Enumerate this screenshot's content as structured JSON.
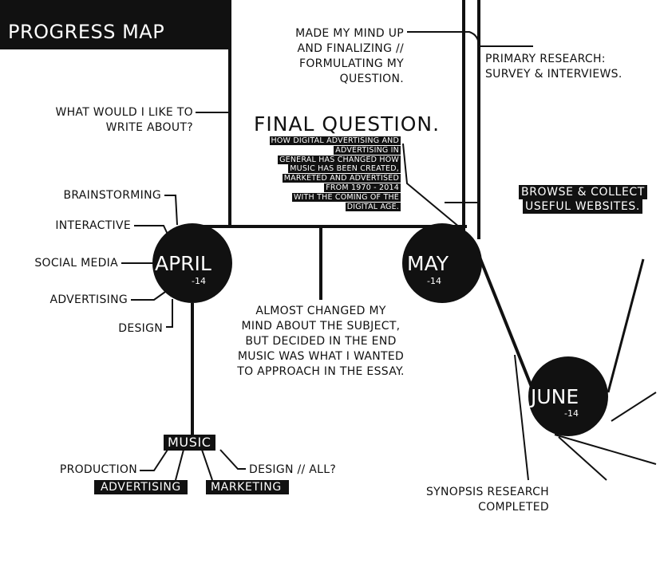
{
  "title": "PROGRESS MAP",
  "months": {
    "april": {
      "label": "APRIL",
      "sub": "-14"
    },
    "may": {
      "label": "MAY",
      "sub": "-14"
    },
    "june": {
      "label": "JUNE",
      "sub": "-14"
    }
  },
  "final_question": {
    "title": "FINAL QUESTION.",
    "lines": [
      "HOW DIGITAL ADVERTISING AND",
      "ADVERTISING IN",
      "GENERAL HAS CHANGED HOW",
      "MUSIC HAS BEEN CREATED,",
      "MARKETED AND ADVERTISED",
      "FROM 1970 - 2014",
      "WITH THE COMING OF THE",
      "DIGITAL AGE."
    ]
  },
  "notes": {
    "what_write": [
      "WHAT WOULD I LIKE TO",
      "WRITE ABOUT?"
    ],
    "made_mind": [
      "MADE MY MIND UP",
      "AND FINALIZING //",
      "FORMULATING MY",
      "QUESTION."
    ],
    "primary_research": [
      "PRIMARY RESEARCH:",
      "SURVEY & INTERVIEWS."
    ],
    "browse": [
      "BROWSE & COLLECT",
      "USEFUL WEBSITES."
    ],
    "almost_changed": [
      "ALMOST CHANGED MY",
      "MIND ABOUT THE SUBJECT,",
      "BUT DECIDED IN THE END",
      "MUSIC WAS WHAT I WANTED",
      "TO APPROACH IN THE ESSAY."
    ],
    "synopsis": [
      "SYNOPSIS RESEARCH",
      "COMPLETED"
    ]
  },
  "april_branches": {
    "brainstorming": "BRAINSTORMING",
    "interactive": "INTERACTIVE",
    "social_media": "SOCIAL MEDIA",
    "advertising": "ADVERTISING",
    "design": "DESIGN"
  },
  "music": {
    "label": "MUSIC",
    "production": "PRODUCTION",
    "advertising": "ADVERTISING",
    "marketing": "MARKETING",
    "design_all": "DESIGN // ALL?"
  },
  "colors": {
    "ink": "#111111",
    "paper": "#ffffff"
  }
}
